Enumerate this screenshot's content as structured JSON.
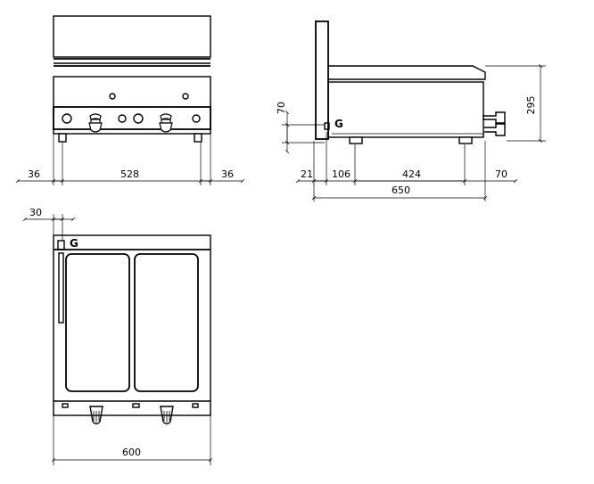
{
  "front_view": {
    "dims": {
      "left_offset": "36",
      "width": "528",
      "right_offset": "36"
    }
  },
  "side_view": {
    "dims": {
      "height": "295",
      "gas_height": "70",
      "gas_offset": "21",
      "foot_front": "106",
      "foot_span": "424",
      "rear": "70",
      "depth": "650"
    },
    "gas_label": "G"
  },
  "top_view": {
    "dims": {
      "gas_pos": "30",
      "width": "600"
    },
    "gas_label": "G"
  }
}
